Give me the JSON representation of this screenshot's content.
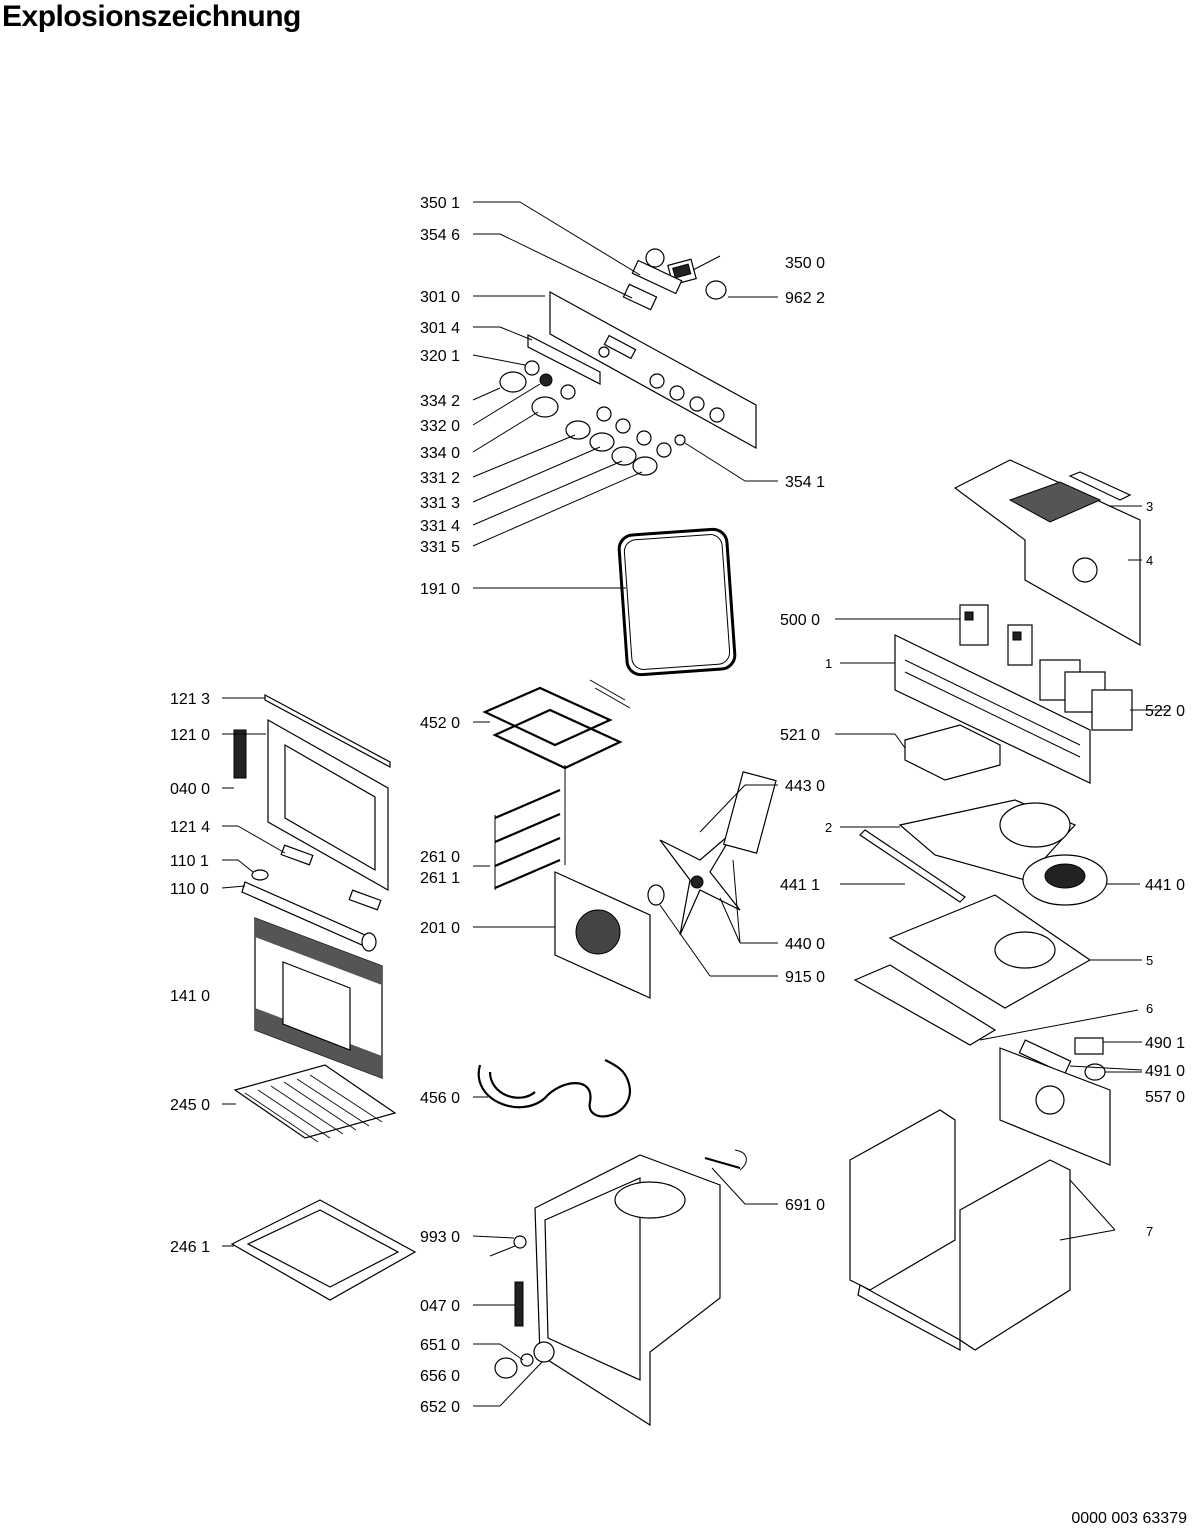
{
  "title": "Explosionszeichnung",
  "document_number": "0000 003 63379",
  "labels": {
    "l3501": "350 1",
    "l3546": "354 6",
    "l3500": "350 0",
    "l3010": "301 0",
    "l9622": "962 2",
    "l3014": "301 4",
    "l3201": "320 1",
    "l3342": "334 2",
    "l3320": "332 0",
    "l3340": "334 0",
    "l3312": "331 2",
    "l3313": "331 3",
    "l3314": "331 4",
    "l3315": "331 5",
    "l3541": "354 1",
    "l1910": "191 0",
    "l3": "3",
    "l4": "4",
    "l5000": "500 0",
    "l1": "1",
    "l5220": "522 0",
    "l5210": "521 0",
    "l1213": "121 3",
    "l1210": "121 0",
    "l0400": "040 0",
    "l1214": "121 4",
    "l1101": "110 1",
    "l1100": "110 0",
    "l1410": "141 0",
    "l4520": "452 0",
    "l2610": "261 0",
    "l2611": "261 1",
    "l2010": "201 0",
    "l4430": "443 0",
    "l2": "2",
    "l4411": "441 1",
    "l4410": "441 0",
    "l4400": "440 0",
    "l9150": "915 0",
    "l5": "5",
    "l6": "6",
    "l4901": "490 1",
    "l4910": "491 0",
    "l5570": "557 0",
    "l2450": "245 0",
    "l4560": "456 0",
    "l6910": "691 0",
    "l7": "7",
    "l2461": "246 1",
    "l9930": "993 0",
    "l0470": "047 0",
    "l6510": "651 0",
    "l6560": "656 0",
    "l6520": "652 0"
  }
}
